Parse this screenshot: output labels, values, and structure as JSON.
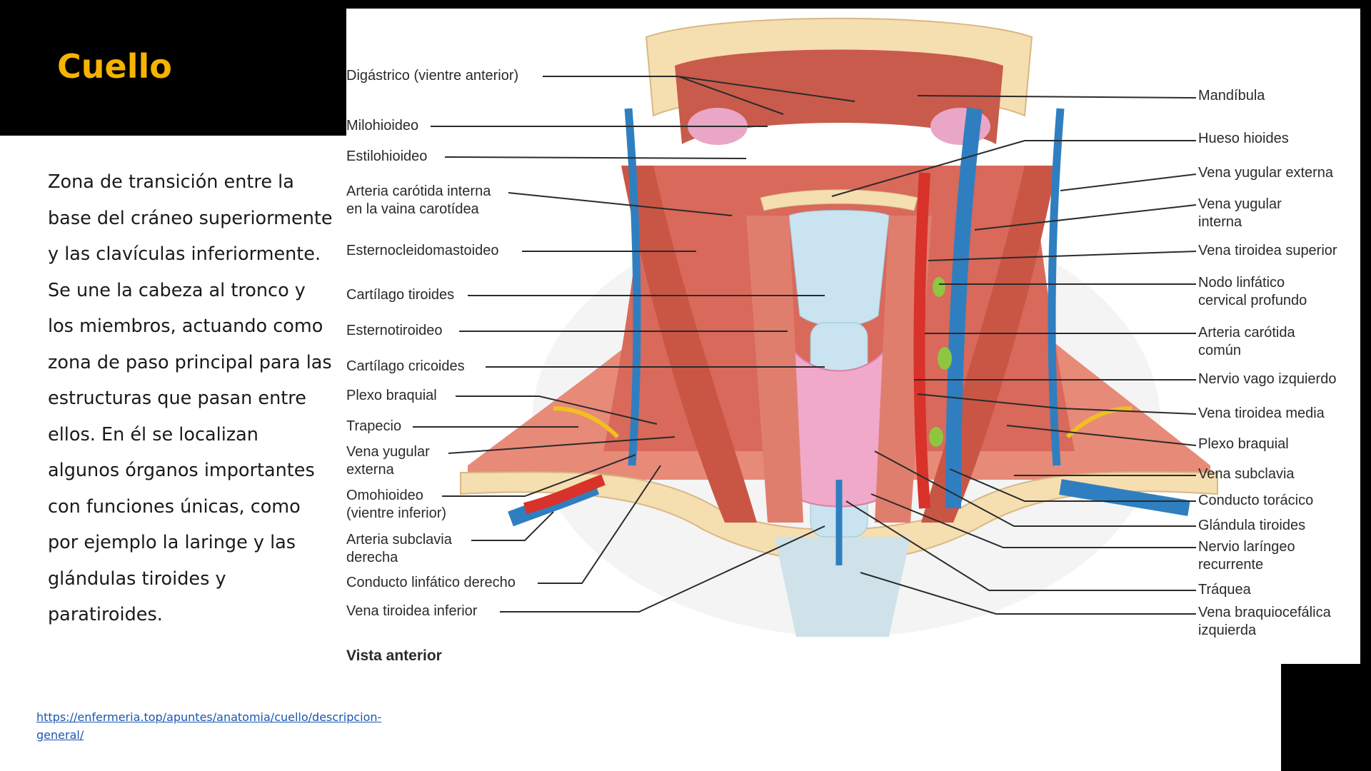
{
  "slide": {
    "title": "Cuello",
    "body": "Zona de transición entre la base del cráneo superiormente y las clavículas inferiormente. Se une la cabeza al tronco y los miembros, actuando como zona de paso principal para las estructuras que pasan entre ellos. En él se localizan algunos órganos importantes con funciones únicas, como por ejemplo la laringe y las glándulas tiroides y paratiroides.",
    "source_url": "https://enfermeria.top/apuntes/anatomia/cuello/descripcion-general/"
  },
  "figure": {
    "view": "Vista anterior",
    "left_labels": [
      [
        "Digástrico (vientre anterior)"
      ],
      [
        "Milohioideo"
      ],
      [
        "Estilohioideo"
      ],
      [
        "Arteria carótida interna",
        "en la vaina carotídea"
      ],
      [
        "Esternocleidomastoideo"
      ],
      [
        "Cartílago tiroides"
      ],
      [
        "Esternotiroideo"
      ],
      [
        "Cartílago cricoides"
      ],
      [
        "Plexo braquial"
      ],
      [
        "Trapecio"
      ],
      [
        "Vena yugular",
        "externa"
      ],
      [
        "Omohioideo",
        "(vientre inferior)"
      ],
      [
        "Arteria subclavia",
        "derecha"
      ],
      [
        "Conducto linfático derecho"
      ],
      [
        "Vena tiroidea inferior"
      ]
    ],
    "right_labels": [
      [
        "Mandíbula"
      ],
      [
        "Hueso hioides"
      ],
      [
        "Vena yugular externa"
      ],
      [
        "Vena yugular",
        "interna"
      ],
      [
        "Vena tiroidea superior"
      ],
      [
        "Nodo linfático",
        "cervical profundo"
      ],
      [
        "Arteria carótida",
        "común"
      ],
      [
        "Nervio vago izquierdo"
      ],
      [
        "Vena tiroidea media"
      ],
      [
        "Plexo braquial"
      ],
      [
        "Vena subclavia"
      ],
      [
        "Conducto torácico"
      ],
      [
        "Glándula tiroides"
      ],
      [
        "Nervio laríngeo",
        "recurrente"
      ],
      [
        "Tráquea"
      ],
      [
        "Vena braquiocefálica",
        "izquierda"
      ]
    ],
    "colors": {
      "muscle": "#d9695a",
      "muscle_light": "#ee9a85",
      "vein": "#2f7fc0",
      "artery": "#d8322a",
      "thyroid": "#f0a9c8",
      "cartilage": "#c9e3f0",
      "bone": "#f5deb0",
      "nerve": "#f0c020"
    }
  }
}
